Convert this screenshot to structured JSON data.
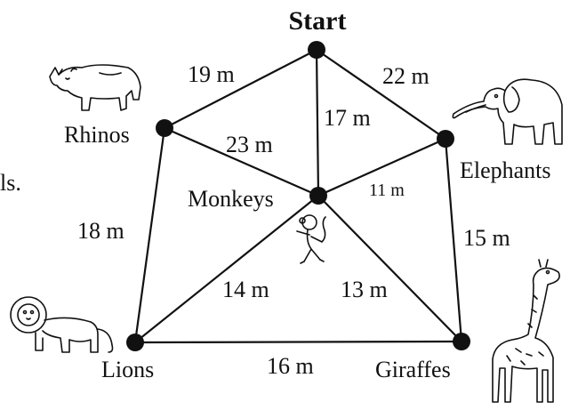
{
  "diagram": {
    "fragment_text": "ls.",
    "start_label": "Start",
    "nodes": [
      {
        "id": "start",
        "label": "Start"
      },
      {
        "id": "rhinos",
        "label": "Rhinos"
      },
      {
        "id": "elephants",
        "label": "Elephants"
      },
      {
        "id": "monkeys",
        "label": "Monkeys"
      },
      {
        "id": "lions",
        "label": "Lions"
      },
      {
        "id": "giraffes",
        "label": "Giraffes"
      }
    ],
    "edges": [
      {
        "from": "start",
        "to": "rhinos",
        "label": "19 m"
      },
      {
        "from": "start",
        "to": "elephants",
        "label": "22 m"
      },
      {
        "from": "start",
        "to": "monkeys",
        "label": "17 m"
      },
      {
        "from": "rhinos",
        "to": "monkeys",
        "label": "23 m"
      },
      {
        "from": "monkeys",
        "to": "elephants",
        "label": "11 m"
      },
      {
        "from": "rhinos",
        "to": "lions",
        "label": "18 m"
      },
      {
        "from": "elephants",
        "to": "giraffes",
        "label": "15 m"
      },
      {
        "from": "monkeys",
        "to": "lions",
        "label": "14 m"
      },
      {
        "from": "monkeys",
        "to": "giraffes",
        "label": "13 m"
      },
      {
        "from": "lions",
        "to": "giraffes",
        "label": "16 m"
      }
    ],
    "illustrations": [
      "rhino-icon",
      "elephant-icon",
      "monkey-icon",
      "lion-icon",
      "giraffe-icon"
    ]
  }
}
